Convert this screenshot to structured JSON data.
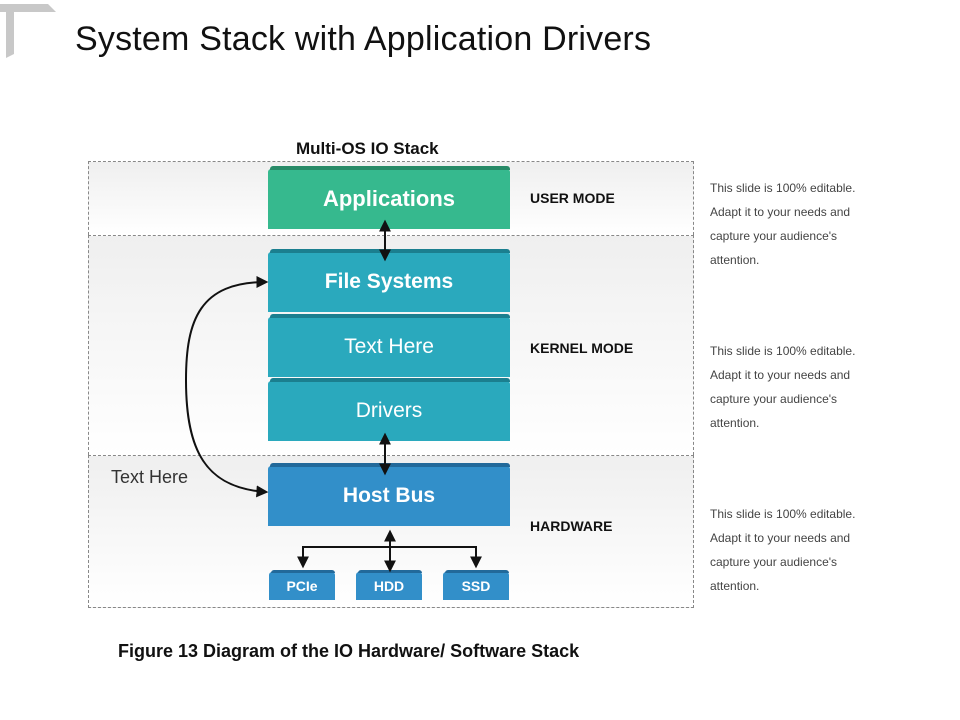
{
  "title": "System Stack with Application Drivers",
  "stack_title": "Multi-OS IO Stack",
  "layers": {
    "applications": "Applications",
    "file_systems": "File Systems",
    "text_here": "Text Here",
    "drivers": "Drivers",
    "host_bus": "Host Bus"
  },
  "devices": [
    "PCIe",
    "HDD",
    "SSD"
  ],
  "modes": {
    "user": "USER MODE",
    "kernel": "KERNEL MODE",
    "hardware": "HARDWARE"
  },
  "side_notes": [
    "This slide is 100% editable. Adapt it to your needs and capture your audience's attention.",
    "This slide is 100% editable. Adapt it to your needs and capture your audience's attention.",
    "This slide is 100% editable. Adapt it to your needs and capture your audience's attention."
  ],
  "left_label": "Text Here",
  "caption": "Figure 13 Diagram of the IO Hardware/ Software Stack",
  "colors": {
    "applications": "#36b98e",
    "kernel_layers": "#2aa9bd",
    "hardware_layers": "#328fc9"
  }
}
